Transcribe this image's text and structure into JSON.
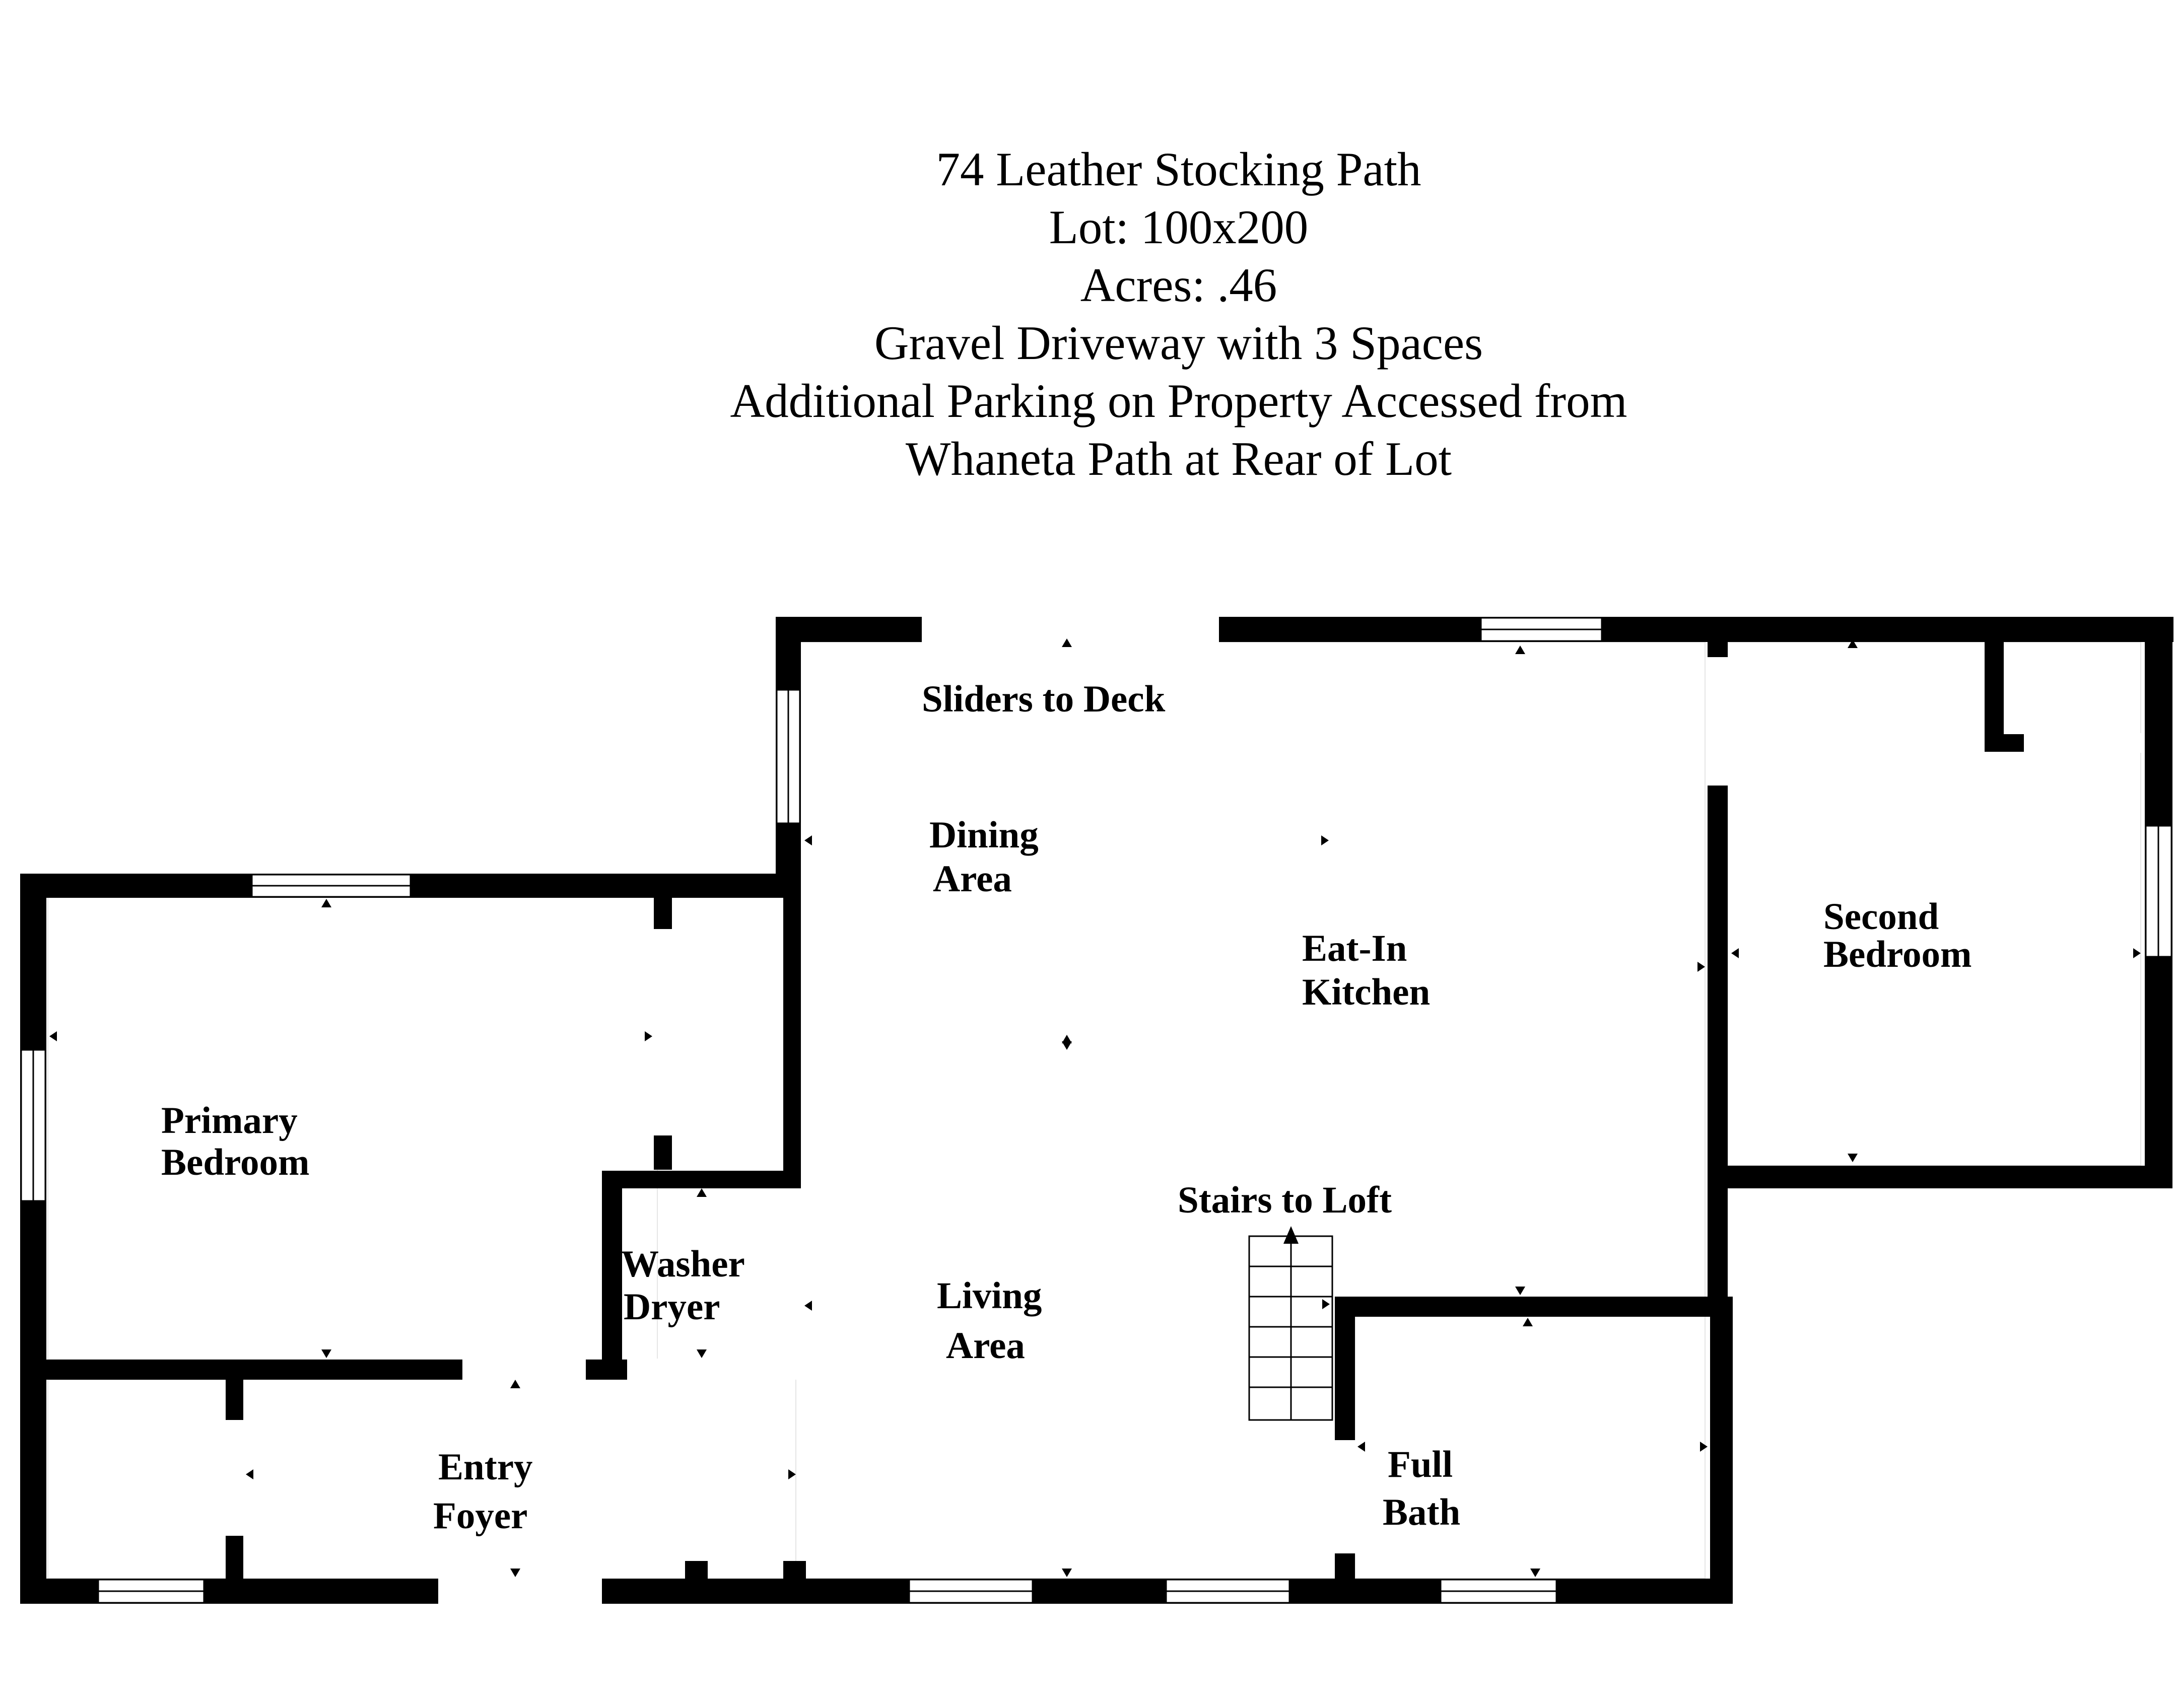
{
  "title": {
    "address": "74 Leather Stocking Path",
    "lot": "Lot: 100x200",
    "acres": "Acres: .46",
    "driveway": "Gravel Driveway with 3 Spaces",
    "parking_line1": "Additional Parking on Property Accessed from",
    "parking_line2": "Whaneta Path at Rear of Lot"
  },
  "rooms": {
    "sliders": "Sliders to Deck",
    "dining_1": "Dining",
    "dining_2": "Area",
    "kitchen_1": "Eat-In",
    "kitchen_2": "Kitchen",
    "second_bedroom_1": "Second",
    "second_bedroom_2": "Bedroom",
    "primary_bedroom_1": "Primary",
    "primary_bedroom_2": "Bedroom",
    "washer": "Washer",
    "dryer": "Dryer",
    "living_1": "Living",
    "living_2": "Area",
    "stairs": "Stairs to Loft",
    "bath_1": "Full",
    "bath_2": "Bath",
    "entry_1": "Entry",
    "entry_2": "Foyer"
  }
}
